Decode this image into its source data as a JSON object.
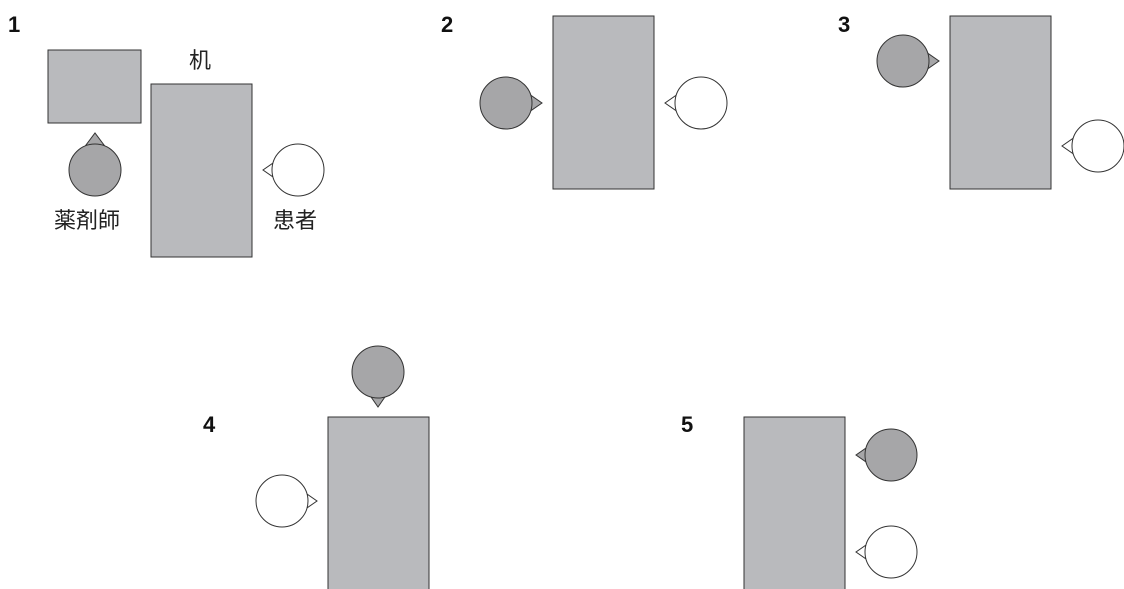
{
  "labels": {
    "desk": "机",
    "pharmacist": "薬剤師",
    "patient": "患者"
  },
  "panels": [
    {
      "number": "1"
    },
    {
      "number": "2"
    },
    {
      "number": "3"
    },
    {
      "number": "4"
    },
    {
      "number": "5"
    }
  ],
  "colors": {
    "desk": "#b9babd",
    "pharmacist": "#a6a6a8",
    "patient": "#ffffff",
    "stroke": "#333333"
  }
}
